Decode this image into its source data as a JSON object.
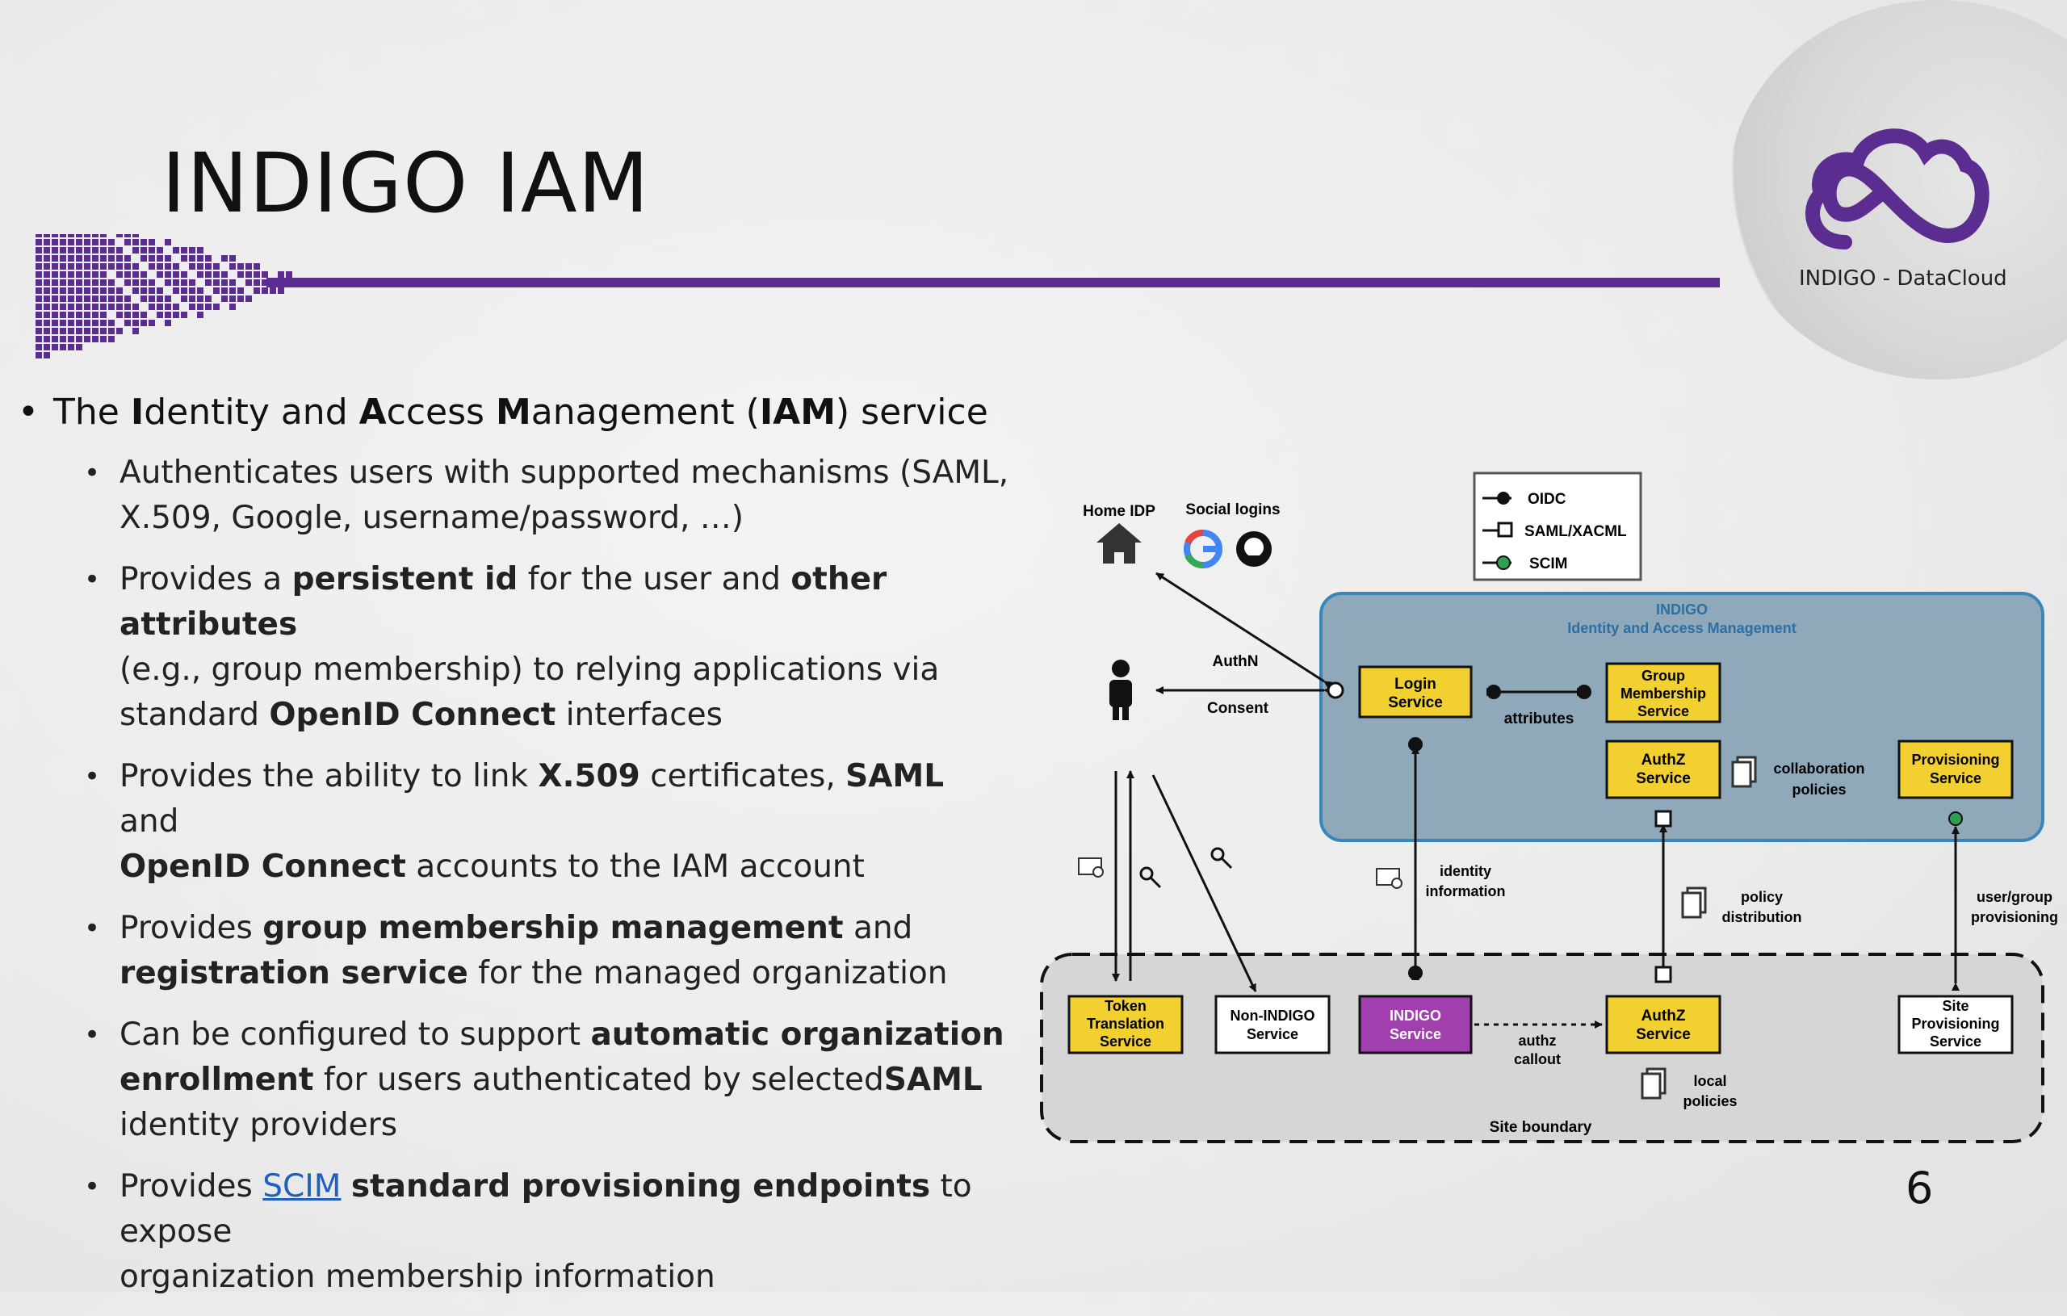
{
  "slide": {
    "title": "INDIGO IAM",
    "logo_text": "INDIGO - DataCloud",
    "page_number": "6",
    "colors": {
      "purple": "#5b2d91",
      "box_yellow": "#f2d02f",
      "indigo_service": "#a23fae",
      "iam_panel": "#8fa8ba",
      "iam_border": "#3b86b8"
    }
  },
  "bullets": {
    "main": {
      "pre": "The ",
      "b1": "I",
      "t1": "dentity and ",
      "b2": "A",
      "t2": "ccess ",
      "b3": "M",
      "t3": "anagement (",
      "b4": "IAM",
      "t4": ") service"
    },
    "items": [
      {
        "line1": "Authenticates users with supported mechanisms (SAML,",
        "line2": "X.509, Google, username/password, …)"
      },
      {
        "t0": "Provides a ",
        "b0": "persistent id",
        "t1": " for the user and ",
        "b1": "other attributes",
        "line2": "(e.g., group membership) to relying applications via",
        "l3_pre": "standard ",
        "l3_b": "OpenID Connect",
        "l3_post": " interfaces"
      },
      {
        "t0": "Provides the ability to link ",
        "b0": "X.509",
        "t1": " certificates, ",
        "b1": "SAML",
        "t2": " and",
        "l2_b": "OpenID Connect",
        "l2_post": " accounts to the IAM account"
      },
      {
        "t0": "Provides ",
        "b0": "group membership management",
        "t1": " and",
        "l2_b": "registration service",
        "l2_post": " for the managed organization"
      },
      {
        "t0": "Can be configured to support ",
        "b0": "automatic organization",
        "l2_b": "enrollment",
        "l2_mid": " for users authenticated by selected",
        "l2_b2": "SAML",
        "line3": "identity providers"
      },
      {
        "t0": "Provides ",
        "link": "SCIM",
        "t1": " ",
        "b0": "standard provisioning endpoints",
        "t2": " to expose",
        "line2": "organization membership information"
      }
    ]
  },
  "diagram": {
    "home_idp": "Home IDP",
    "social_logins": "Social logins",
    "legend": {
      "oidc": "OIDC",
      "saml": "SAML/XACML",
      "scim": "SCIM"
    },
    "iam_title_1": "INDIGO",
    "iam_title_2": "Identity and Access Management",
    "authn": "AuthN",
    "consent": "Consent",
    "login_1": "Login",
    "login_2": "Service",
    "attributes": "attributes",
    "group_1": "Group",
    "group_2": "Membership",
    "group_3": "Service",
    "authz_1": "AuthZ",
    "authz_2": "Service",
    "collab_1": "collaboration",
    "collab_2": "policies",
    "prov_1": "Provisioning",
    "prov_2": "Service",
    "identity_1": "identity",
    "identity_2": "information",
    "policy_1": "policy",
    "policy_2": "distribution",
    "usergroup_1": "user/group",
    "usergroup_2": "provisioning",
    "token_1": "Token",
    "token_2": "Translation",
    "token_3": "Service",
    "nonindigo_1": "Non-INDIGO",
    "nonindigo_2": "Service",
    "indigo_1": "INDIGO",
    "indigo_2": "Service",
    "callout_1": "authz",
    "callout_2": "callout",
    "authz2_1": "AuthZ",
    "authz2_2": "Service",
    "local_1": "local",
    "local_2": "policies",
    "site_1": "Site",
    "site_2": "Provisioning",
    "site_3": "Service",
    "site_boundary": "Site boundary"
  }
}
